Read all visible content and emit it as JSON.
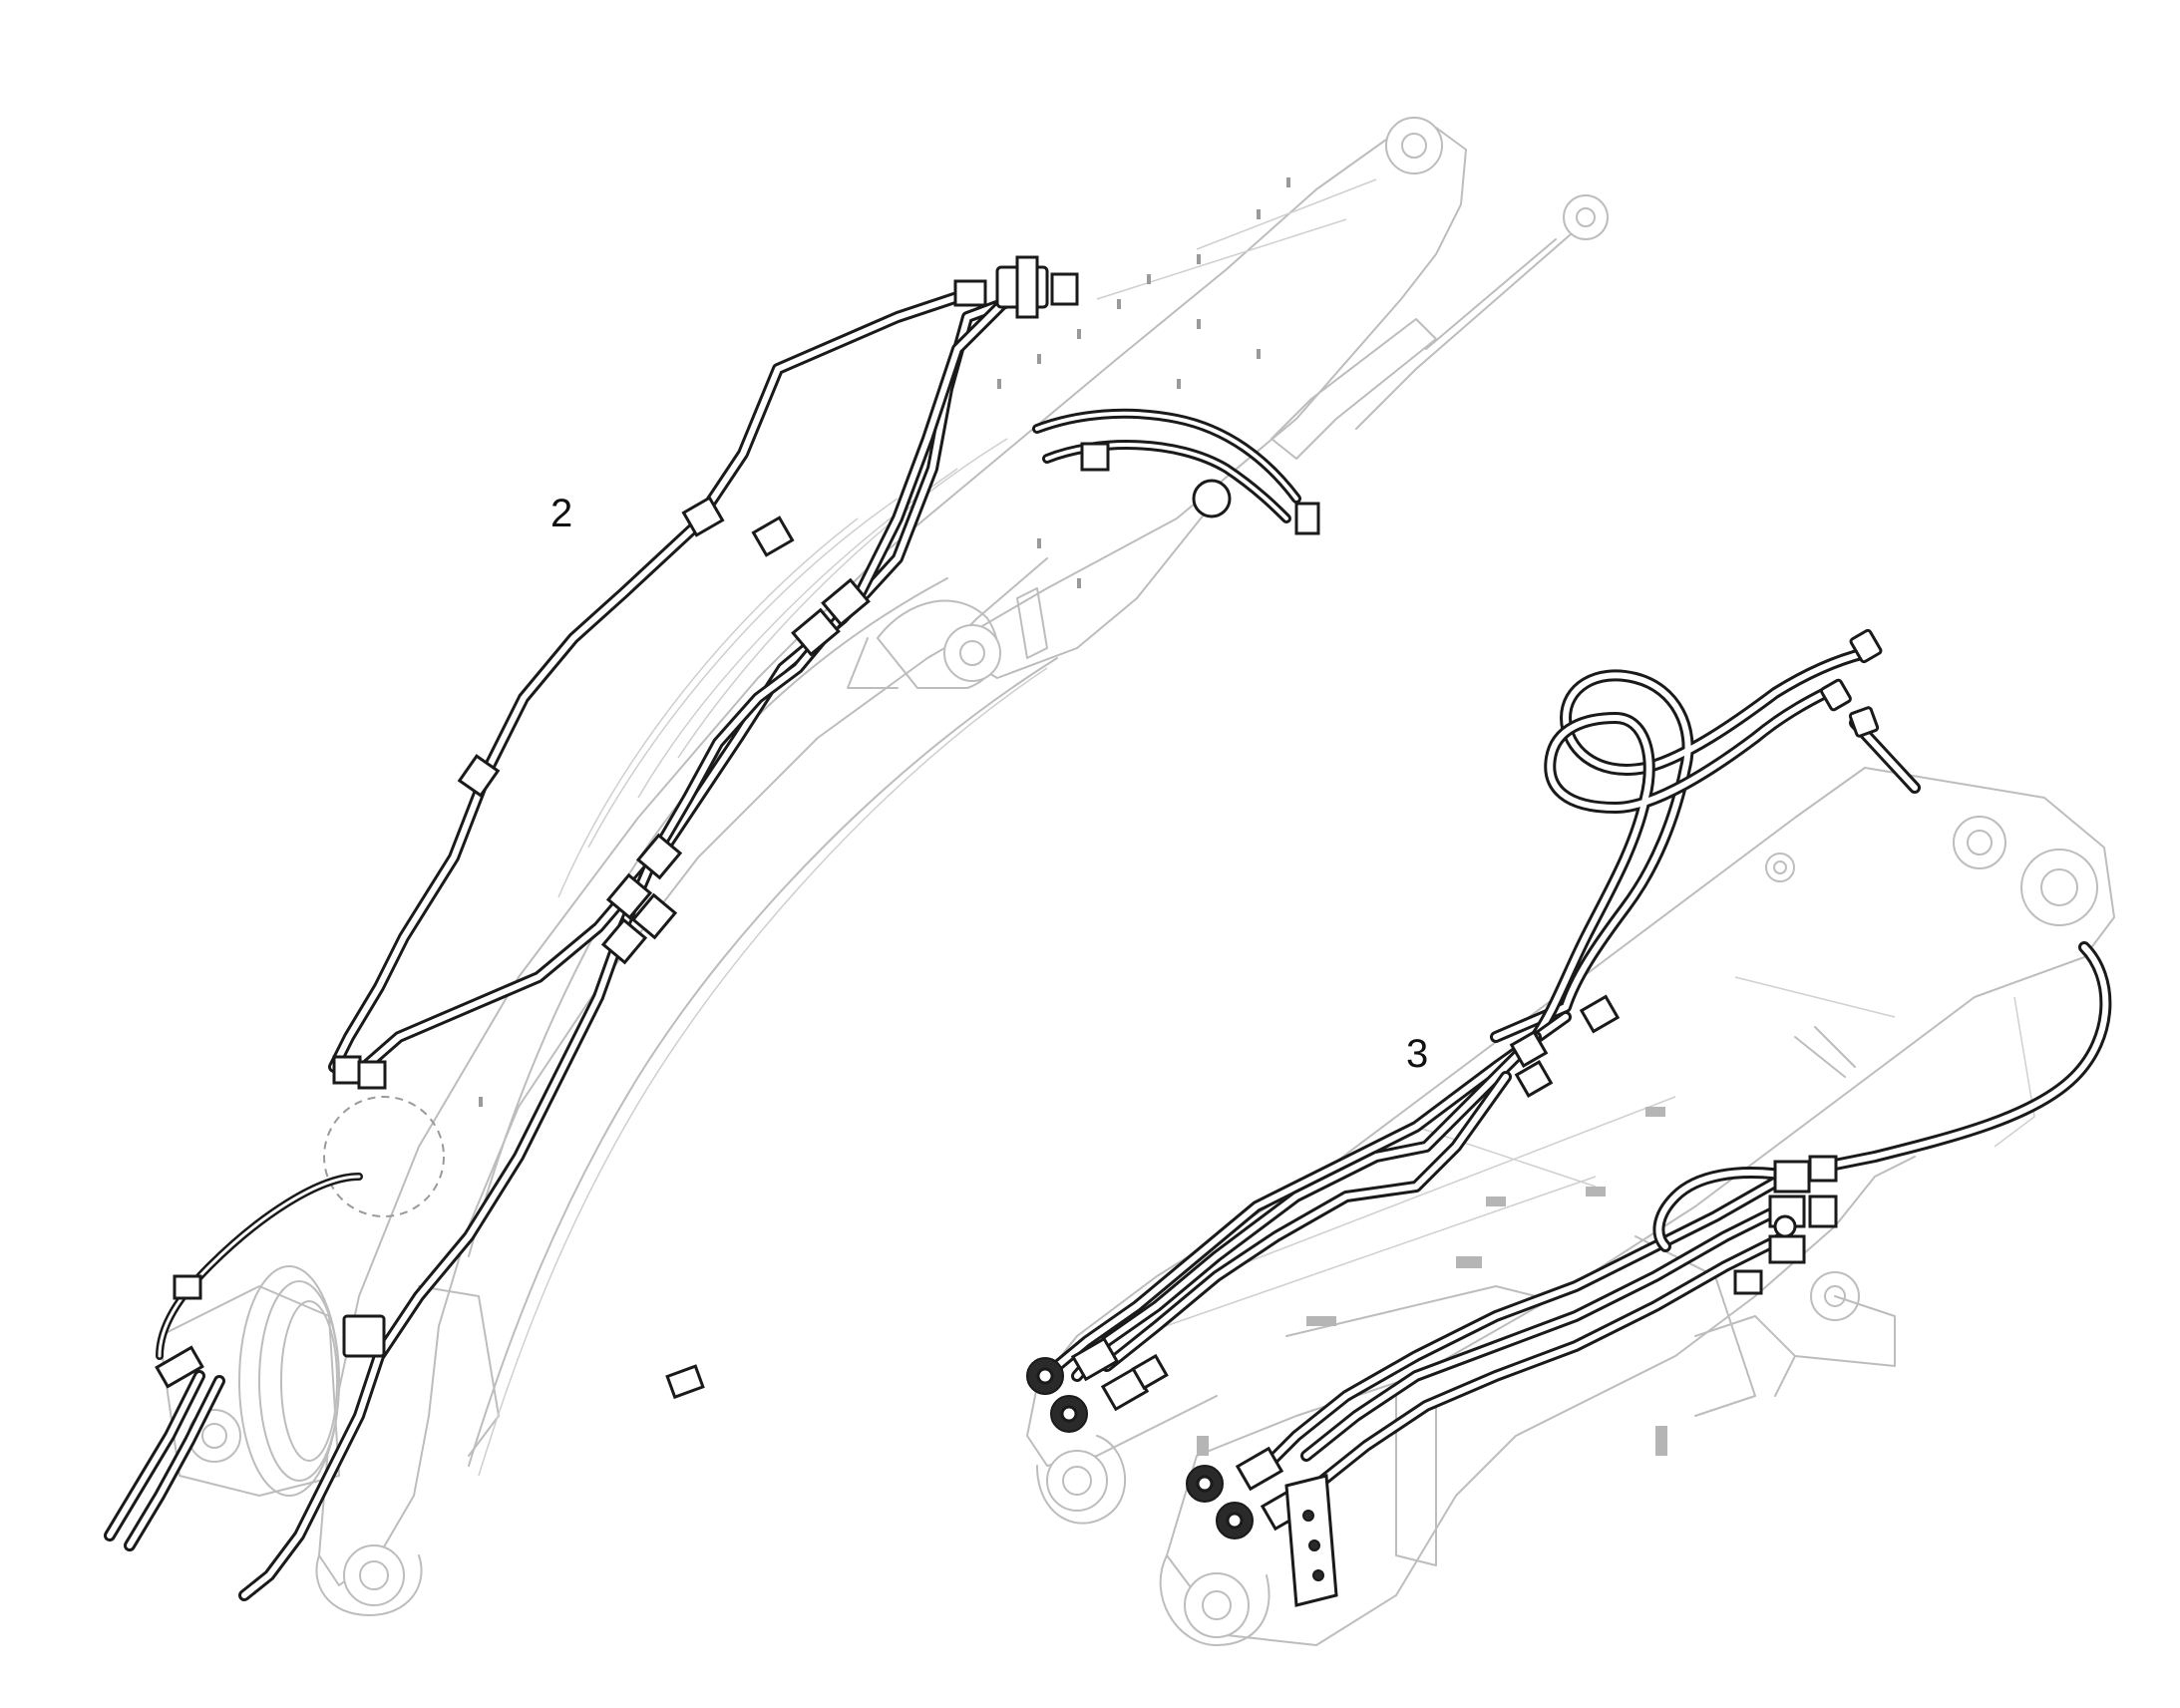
{
  "figure": {
    "callouts": [
      {
        "id": "callout-2",
        "label": "2"
      },
      {
        "id": "callout-3",
        "label": "3"
      }
    ]
  }
}
